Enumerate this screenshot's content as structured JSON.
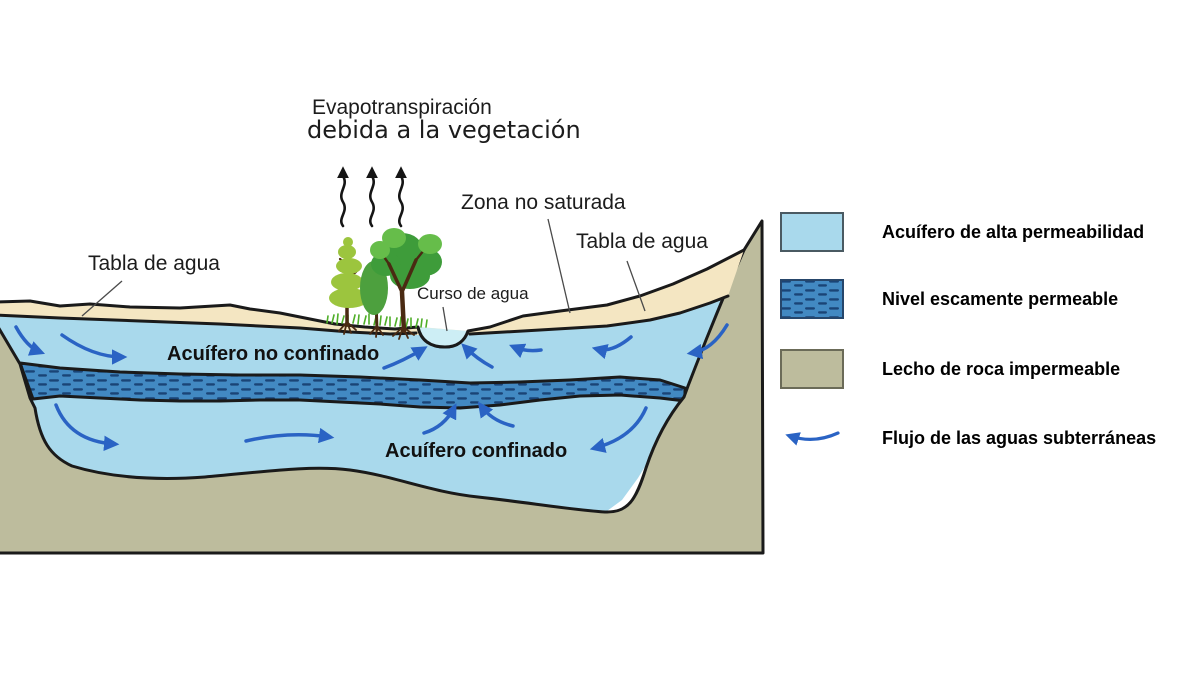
{
  "diagram": {
    "title": {
      "line1": "Evapotranspiración",
      "line2": "debida a la vegetación"
    },
    "labels": {
      "zona_no_saturada": "Zona no saturada",
      "tabla_de_agua_left": "Tabla de agua",
      "tabla_de_agua_right": "Tabla de agua",
      "curso_de_agua": "Curso de agua",
      "acuifero_no_confinado": "Acuífero no confinado",
      "acuifero_confinado": "Acuífero confinado"
    },
    "icons": {
      "evapotranspiration": "three-wavy-up-arrows",
      "groundwater_flow": "curved-blue-arrows"
    }
  },
  "legend": {
    "items": [
      {
        "id": "high-permeability-aquifer",
        "swatch": "light-blue-rect",
        "label": "Acuífero de alta permeabilidad"
      },
      {
        "id": "low-permeability-level",
        "swatch": "blue-dashed-rect",
        "label": "Nivel escamente permeable"
      },
      {
        "id": "impermeable-bedrock",
        "swatch": "tan-rect",
        "label": "Lecho de roca impermeable"
      },
      {
        "id": "groundwater-flow",
        "swatch": "curved-left-arrow",
        "label": "Flujo de las aguas subterráneas"
      }
    ]
  },
  "colors": {
    "aquifer": "#a9d9ec",
    "stream": "#cdeef5",
    "unsaturated": "#f4e6c2",
    "rock": "#bdbc9d",
    "band": "#4289c2",
    "band_dash": "#1a4476",
    "flow": "#2a63c4"
  }
}
